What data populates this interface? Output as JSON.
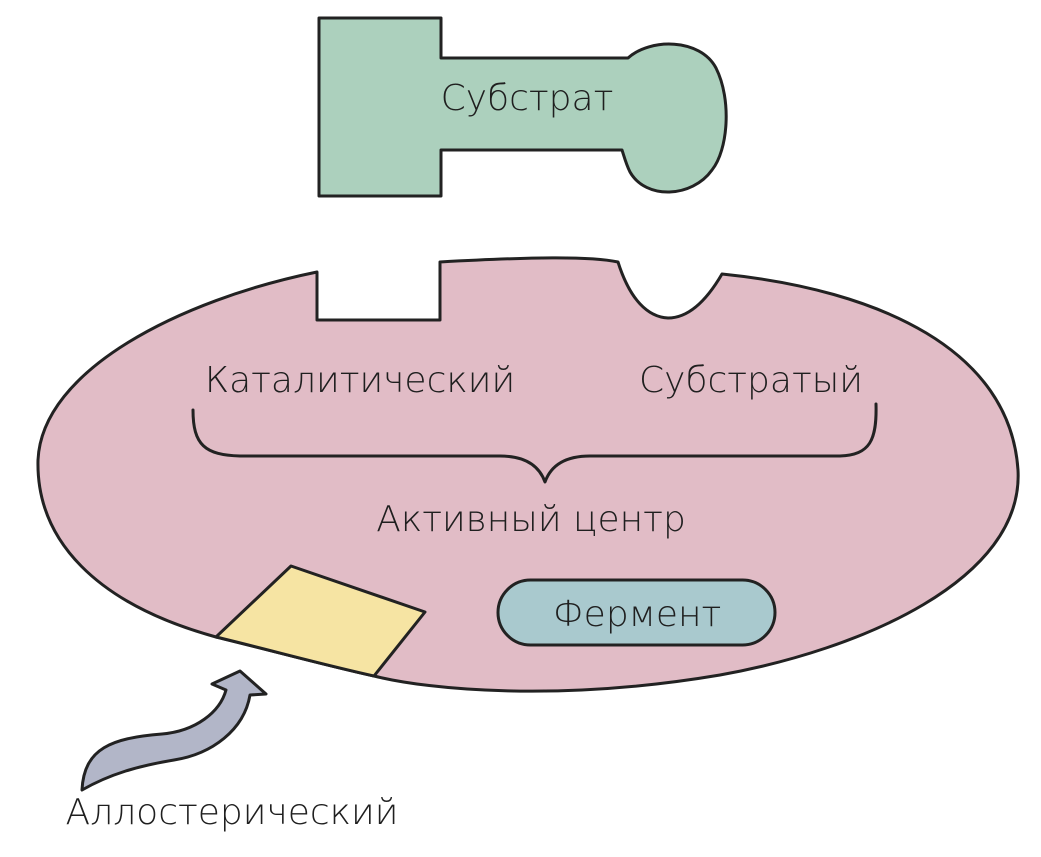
{
  "colors": {
    "substrate_fill": "#acd0bd",
    "enzyme_fill": "#e1bcc6",
    "allosteric_site_fill": "#f6e4a3",
    "enzyme_label_fill": "#a9c9ce",
    "arrow_fill": "#b2b6c8",
    "outline": "#222222"
  },
  "labels": {
    "substrate": "Субстрат",
    "catalytic_site": "Каталитический",
    "substrate_site": "Субстратый",
    "active_center": "Активный центр",
    "enzyme": "Фермент",
    "allosteric_site": "Аллостерический"
  }
}
